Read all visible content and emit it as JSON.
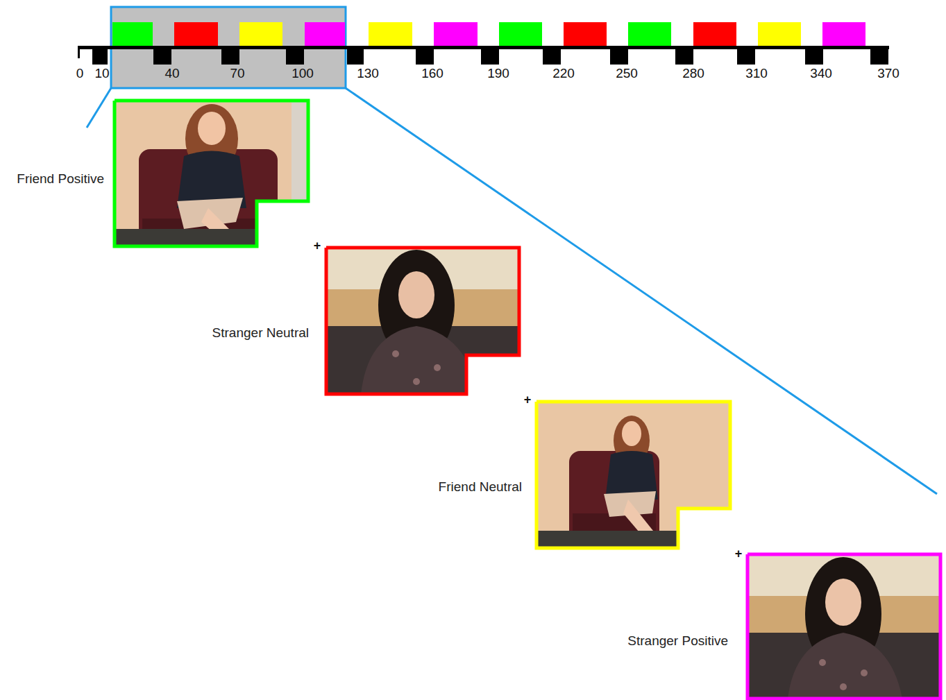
{
  "diagram": {
    "nodes": [
      {
        "text": [
          "Friend Positive"
        ]
      },
      {
        "text": [
          "Stranger Neutral"
        ]
      },
      {
        "text": [
          "Friend Neutral"
        ]
      },
      {
        "text": [
          "Stranger Positive"
        ]
      }
    ],
    "labels": [
      "0",
      "10",
      "40",
      "70",
      "100",
      "130",
      "160",
      "190",
      "220",
      "250",
      "280",
      "310",
      "340",
      "370",
      "+",
      "+",
      "+"
    ]
  }
}
